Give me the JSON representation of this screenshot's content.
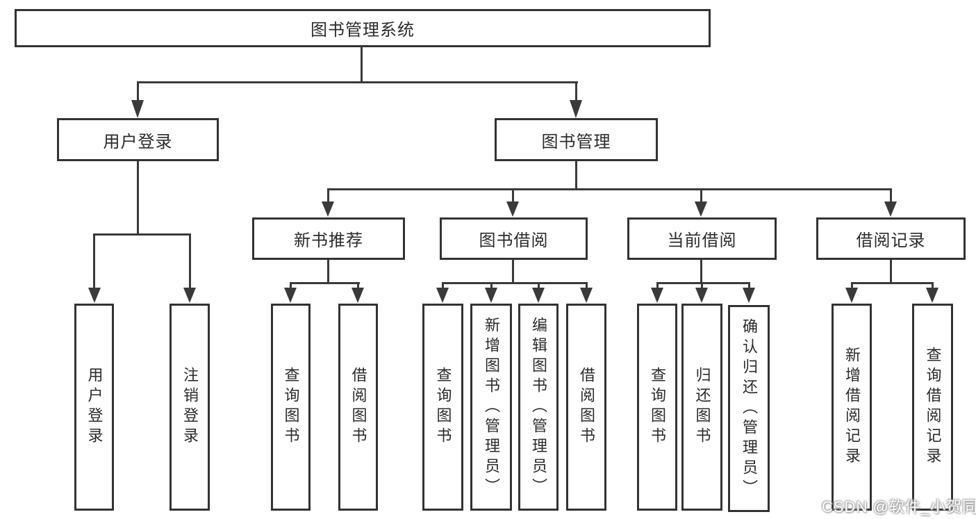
{
  "colors": {
    "line": "#3a3a3a",
    "box_border": "#333333",
    "box_fill": "#ffffff",
    "text": "#2b2b2b",
    "watermark_text": "#ffffff",
    "background": "#ffffff"
  },
  "tree": {
    "root": {
      "label": "图书管理系统"
    },
    "login": {
      "label": "用户登录",
      "children": [
        "用户登录",
        "注销登录"
      ]
    },
    "management": {
      "label": "图书管理",
      "groups": [
        {
          "label": "新书推荐",
          "children": [
            "查询图书",
            "借阅图书"
          ]
        },
        {
          "label": "图书借阅",
          "children": [
            "查询图书",
            "新增图书（管理员）",
            "编辑图书（管理员）",
            "借阅图书"
          ]
        },
        {
          "label": "当前借阅",
          "children": [
            "查询图书",
            "归还图书",
            "确认归还（管理员）"
          ]
        },
        {
          "label": "借阅记录",
          "children": [
            "新增借阅记录",
            "查询借阅记录"
          ]
        }
      ]
    }
  },
  "watermark": {
    "text": "CSDN @软件_小贺同学"
  }
}
